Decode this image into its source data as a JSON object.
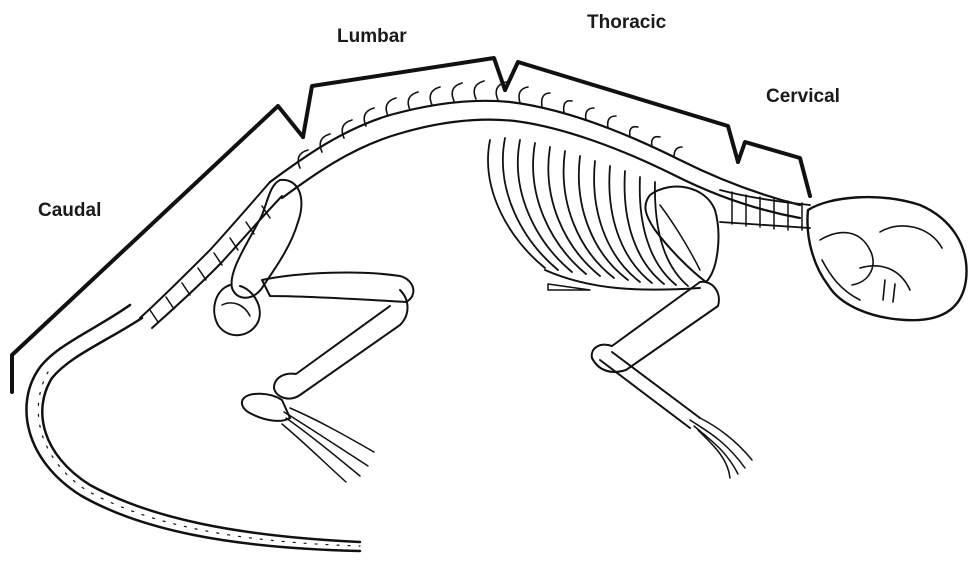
{
  "regions": {
    "caudal": "Caudal",
    "lumbar": "Lumbar",
    "thoracic": "Thoracic",
    "cervical": "Cervical"
  },
  "colors": {
    "background": "#ffffff",
    "ink": "#111111"
  }
}
